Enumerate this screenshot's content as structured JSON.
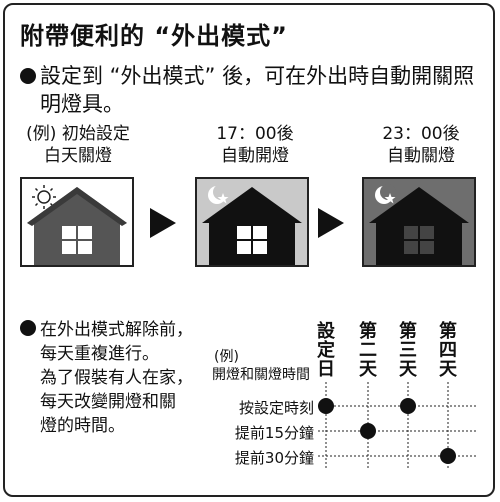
{
  "title": "附帶便利的 “外出模式”",
  "intro": {
    "line1": "設定到 “外出模式” 後，可在外出時自動開關照",
    "line2": "明燈具。"
  },
  "stages": [
    {
      "top": "(例) 初始設定",
      "bottom": "白天關燈",
      "bg": "#ffffff",
      "sky": "sun"
    },
    {
      "top": "17：00後",
      "bottom": "自動開燈",
      "bg": "#c9c9c9",
      "sky": "moon"
    },
    {
      "top": "23：00後",
      "bottom": "自動關燈",
      "bg": "#6e6e6e",
      "sky": "moon"
    }
  ],
  "tip": {
    "lines": [
      "在外出模式解除前，",
      "每天重複進行。",
      "為了假裝有人在家，",
      "每天改變開燈和關",
      "燈的時間。"
    ]
  },
  "schedule": {
    "example_label": "(例)",
    "axis_label": "開燈和關燈時間",
    "days": [
      "設定日",
      "第二天",
      "第三天",
      "第四天"
    ],
    "rows": [
      "按設定時刻",
      "提前15分鐘",
      "提前30分鐘"
    ],
    "points": [
      {
        "day": 0,
        "row": 0
      },
      {
        "day": 1,
        "row": 1
      },
      {
        "day": 2,
        "row": 0
      },
      {
        "day": 3,
        "row": 2
      }
    ]
  }
}
